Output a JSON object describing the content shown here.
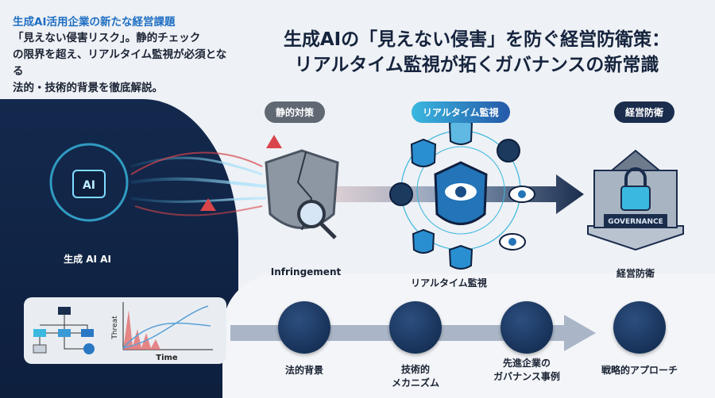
{
  "intro": {
    "heading": "生成AI活用企業の新たな経営課題",
    "lines": [
      "「見えない侵害リスク」。静的チェック",
      "の限界を超え、リアルタイム監視が必須となる",
      "法的・技術的背景を徹底解説。"
    ]
  },
  "title": {
    "line1": "生成AIの「見えない侵害」を防ぐ経営防衛策：",
    "line2": "リアルタイム監視が拓くガバナンスの新常識"
  },
  "left_panel": {
    "chip_text": "AI",
    "label": "生成 AI AI"
  },
  "mini_chart": {
    "ylabel": "Threat",
    "xlabel": "Time"
  },
  "stages": [
    {
      "tag": "静的対策",
      "caption": "Infringement",
      "tag_color": "#5f6873"
    },
    {
      "tag": "リアルタイム監視",
      "caption": "リアルタイム監視",
      "tag_color": "#2a8fd0"
    },
    {
      "tag": "経営防衛",
      "caption": "経営防衛",
      "tag_color": "#1b2d4d",
      "sign": "GOVERNANCE"
    }
  ],
  "bottom_steps": [
    {
      "icon": "scales-icon",
      "label": [
        "法的背景"
      ]
    },
    {
      "icon": "code-gear-icon",
      "label": [
        "技術的",
        "メカニズム"
      ]
    },
    {
      "icon": "handshake-globe-icon",
      "label": [
        "先進企業の",
        "ガバナンス事例"
      ]
    },
    {
      "icon": "growth-chart-icon",
      "label": [
        "戦略的アプローチ"
      ]
    }
  ],
  "colors": {
    "navy": "#13294d",
    "accent_blue": "#1f6fc4",
    "alert_red": "#d9454a",
    "cyan": "#3ab8e0"
  }
}
